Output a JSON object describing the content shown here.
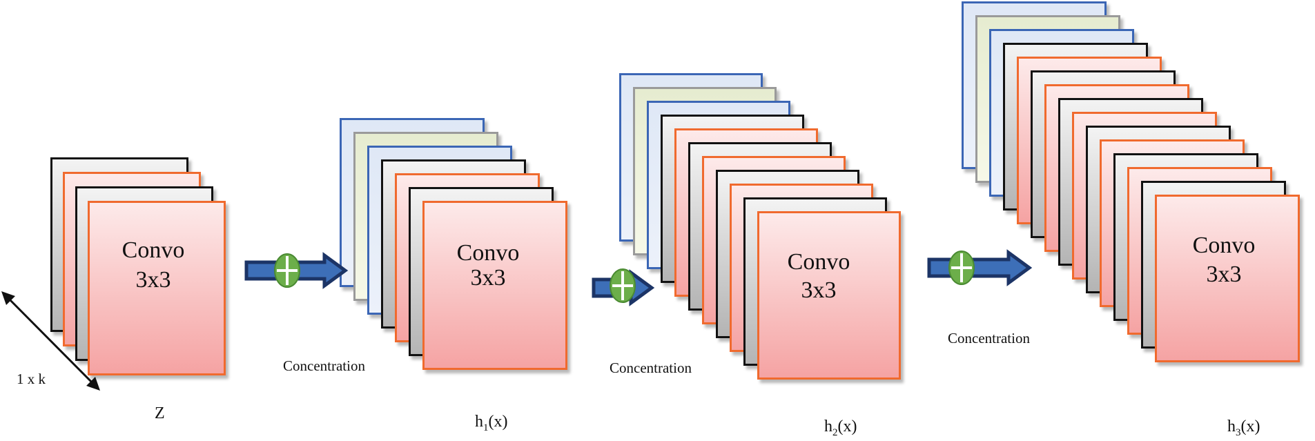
{
  "colors": {
    "blue": {
      "border": "#3b66b5",
      "fill_top": "#dfe8f6",
      "fill_bottom": "#ecf1fa"
    },
    "yellow": {
      "border": "#9a9a9a",
      "fill_top": "#e6ecd0",
      "fill_bottom": "#f6f8e8"
    },
    "gray": {
      "border": "#111111",
      "fill_top": "#f3f3f3",
      "fill_bottom": "#b4b4b4"
    },
    "pink": {
      "border": "#f06a2e",
      "fill_top": "#fdeaea",
      "fill_bottom": "#f5a3a3"
    },
    "arrow_fill": "#3d6fb8",
    "arrow_edge": "#1c3466",
    "plus_fill": "#6cae4a",
    "plus_edge": "#4a8a32"
  },
  "blocks": [
    {
      "id": "z",
      "stack": [
        "gray",
        "pink",
        "gray",
        "pink"
      ],
      "convo": "Convo",
      "kernel": "3x3",
      "label_main": "Z",
      "label_sub": "",
      "label_tail": ""
    },
    {
      "id": "h1",
      "stack": [
        "blue",
        "yellow",
        "blue",
        "gray",
        "pink",
        "gray",
        "pink"
      ],
      "convo": "Convo",
      "kernel": "3x3",
      "label_main": "h",
      "label_sub": "1",
      "label_tail": "(x)"
    },
    {
      "id": "h2",
      "stack": [
        "blue",
        "yellow",
        "blue",
        "gray",
        "pink",
        "gray",
        "pink",
        "gray",
        "pink",
        "gray",
        "pink"
      ],
      "convo": "Convo",
      "kernel": "3x3",
      "label_main": "h",
      "label_sub": "2",
      "label_tail": "(x)"
    },
    {
      "id": "h3",
      "stack": [
        "blue",
        "yellow",
        "blue",
        "gray",
        "pink",
        "gray",
        "pink",
        "gray",
        "pink",
        "gray",
        "pink",
        "gray",
        "pink",
        "gray",
        "pink"
      ],
      "convo": "Convo",
      "kernel": "3x3",
      "label_main": "h",
      "label_sub": "3",
      "label_tail": "(x)"
    }
  ],
  "connectors": [
    {
      "id": "c1",
      "caption": "Concentration"
    },
    {
      "id": "c2",
      "caption": "Concentration"
    },
    {
      "id": "c3",
      "caption": "Concentration"
    }
  ],
  "dimension_label": "1 x k"
}
